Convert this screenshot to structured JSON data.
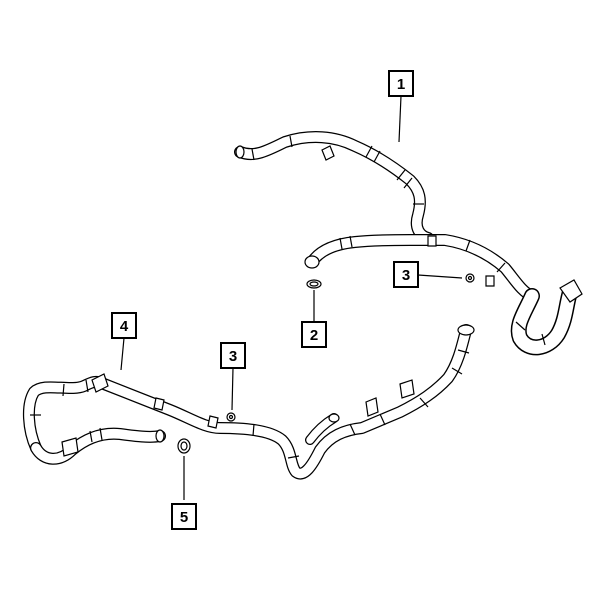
{
  "callouts": [
    {
      "id": "callout-1",
      "label": "1"
    },
    {
      "id": "callout-2",
      "label": "2"
    },
    {
      "id": "callout-3-upper",
      "label": "3"
    },
    {
      "id": "callout-3-lower",
      "label": "3"
    },
    {
      "id": "callout-4",
      "label": "4"
    },
    {
      "id": "callout-5",
      "label": "5"
    }
  ]
}
